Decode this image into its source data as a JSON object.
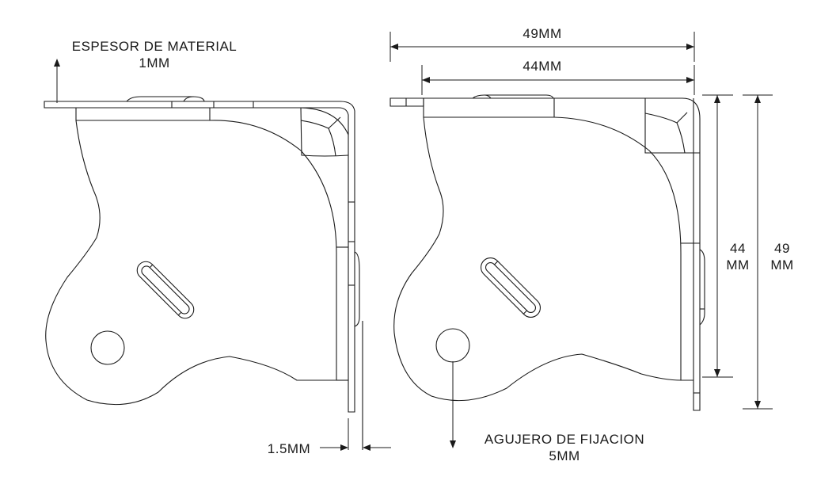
{
  "diagram": {
    "type": "technical-drawing",
    "subject": "corner bracket (esquinero) dimensions",
    "views": [
      "left-view",
      "right-view"
    ]
  },
  "labels": {
    "material_thickness_title": "ESPESOR DE MATERIAL",
    "material_thickness_value": "1MM",
    "width_outer": "49MM",
    "width_inner": "44MM",
    "height_inner_num": "44",
    "height_inner_unit": "MM",
    "height_outer_num": "49",
    "height_outer_unit": "MM",
    "flange_gap": "1.5MM",
    "hole_title": "AGUJERO DE FIJACION",
    "hole_value": "5MM"
  },
  "colors": {
    "stroke": "#1a1a1a",
    "background": "#ffffff"
  }
}
